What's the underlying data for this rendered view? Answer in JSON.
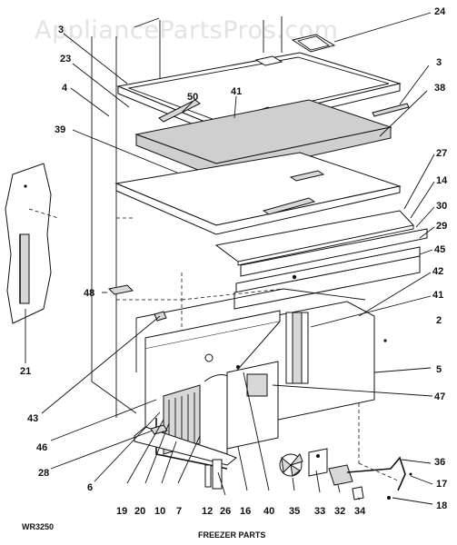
{
  "watermark": "AppliancePartsPros.com",
  "model_code": "WR3250",
  "caption": "FREEZER PARTS",
  "callouts": [
    {
      "id": "c3a",
      "text": "3"
    },
    {
      "id": "c23",
      "text": "23"
    },
    {
      "id": "c4",
      "text": "4"
    },
    {
      "id": "c50",
      "text": "50"
    },
    {
      "id": "c41a",
      "text": "41"
    },
    {
      "id": "c24",
      "text": "24"
    },
    {
      "id": "c3b",
      "text": "3"
    },
    {
      "id": "c38",
      "text": "38"
    },
    {
      "id": "c39",
      "text": "39"
    },
    {
      "id": "c27",
      "text": "27"
    },
    {
      "id": "c14",
      "text": "14"
    },
    {
      "id": "c30",
      "text": "30"
    },
    {
      "id": "c29",
      "text": "29"
    },
    {
      "id": "c45",
      "text": "45"
    },
    {
      "id": "c42",
      "text": "42"
    },
    {
      "id": "c48",
      "text": "48"
    },
    {
      "id": "c41b",
      "text": "41"
    },
    {
      "id": "c2",
      "text": "2"
    },
    {
      "id": "c5",
      "text": "5"
    },
    {
      "id": "c21",
      "text": "21"
    },
    {
      "id": "c47",
      "text": "47"
    },
    {
      "id": "c43",
      "text": "43"
    },
    {
      "id": "c46",
      "text": "46"
    },
    {
      "id": "c28",
      "text": "28"
    },
    {
      "id": "c6",
      "text": "6"
    },
    {
      "id": "c36",
      "text": "36"
    },
    {
      "id": "c17",
      "text": "17"
    },
    {
      "id": "c18",
      "text": "18"
    },
    {
      "id": "c19",
      "text": "19"
    },
    {
      "id": "c20",
      "text": "20"
    },
    {
      "id": "c10",
      "text": "10"
    },
    {
      "id": "c7",
      "text": "7"
    },
    {
      "id": "c12",
      "text": "12"
    },
    {
      "id": "c26",
      "text": "26"
    },
    {
      "id": "c16",
      "text": "16"
    },
    {
      "id": "c40",
      "text": "40"
    },
    {
      "id": "c35",
      "text": "35"
    },
    {
      "id": "c33",
      "text": "33"
    },
    {
      "id": "c32",
      "text": "32"
    },
    {
      "id": "c34",
      "text": "34"
    }
  ]
}
